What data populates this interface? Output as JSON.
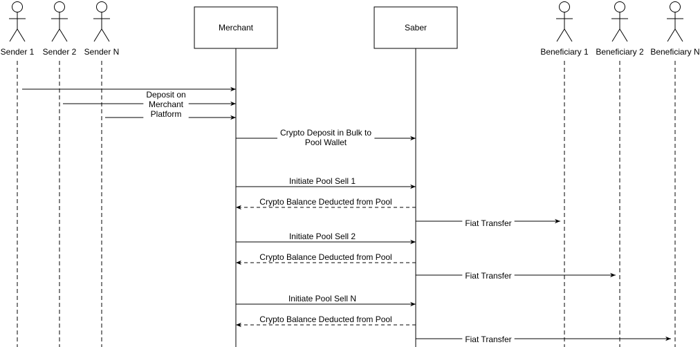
{
  "actors": [
    {
      "label": "Sender 1",
      "kind": "stick-figure"
    },
    {
      "label": "Sender 2",
      "kind": "stick-figure"
    },
    {
      "label": "Sender N",
      "kind": "stick-figure"
    },
    {
      "label": "Merchant",
      "kind": "box"
    },
    {
      "label": "Saber",
      "kind": "box"
    },
    {
      "label": "Beneficiary 1",
      "kind": "stick-figure"
    },
    {
      "label": "Beneficiary 2",
      "kind": "stick-figure"
    },
    {
      "label": "Beneficiary N",
      "kind": "stick-figure"
    }
  ],
  "messages": [
    {
      "from": "Sender 1",
      "to": "Merchant",
      "style": "solid"
    },
    {
      "from": "Sender 2",
      "to": "Merchant",
      "style": "solid"
    },
    {
      "from": "Sender N",
      "to": "Merchant",
      "style": "solid"
    },
    {
      "from": "Merchant",
      "to": "Saber",
      "style": "solid"
    },
    {
      "from": "Merchant",
      "to": "Saber",
      "style": "solid"
    },
    {
      "from": "Saber",
      "to": "Merchant",
      "style": "dashed"
    },
    {
      "from": "Saber",
      "to": "Beneficiary 1",
      "style": "solid"
    },
    {
      "from": "Merchant",
      "to": "Saber",
      "style": "solid"
    },
    {
      "from": "Saber",
      "to": "Merchant",
      "style": "dashed"
    },
    {
      "from": "Saber",
      "to": "Beneficiary 2",
      "style": "solid"
    },
    {
      "from": "Merchant",
      "to": "Saber",
      "style": "solid"
    },
    {
      "from": "Saber",
      "to": "Merchant",
      "style": "dashed"
    },
    {
      "from": "Saber",
      "to": "Beneficiary N",
      "style": "solid"
    }
  ],
  "labels": [
    {
      "lines": [
        "Deposit on",
        "Merchant",
        "Platform"
      ]
    },
    {
      "lines": [
        "Crypto Deposit in Bulk to",
        "Pool Wallet"
      ]
    },
    {
      "lines": [
        "Initiate Pool Sell 1"
      ]
    },
    {
      "lines": [
        "Crypto Balance Deducted from Pool"
      ]
    },
    {
      "lines": [
        "Fiat Transfer"
      ]
    },
    {
      "lines": [
        "Initiate Pool Sell 2"
      ]
    },
    {
      "lines": [
        "Crypto Balance Deducted from Pool"
      ]
    },
    {
      "lines": [
        "Fiat Transfer"
      ]
    },
    {
      "lines": [
        "Initiate Pool Sell N"
      ]
    },
    {
      "lines": [
        "Crypto Balance Deducted from Pool"
      ]
    },
    {
      "lines": [
        "Fiat Transfer"
      ]
    }
  ],
  "colors": {
    "line": "#000000",
    "background": "#ffffff"
  }
}
